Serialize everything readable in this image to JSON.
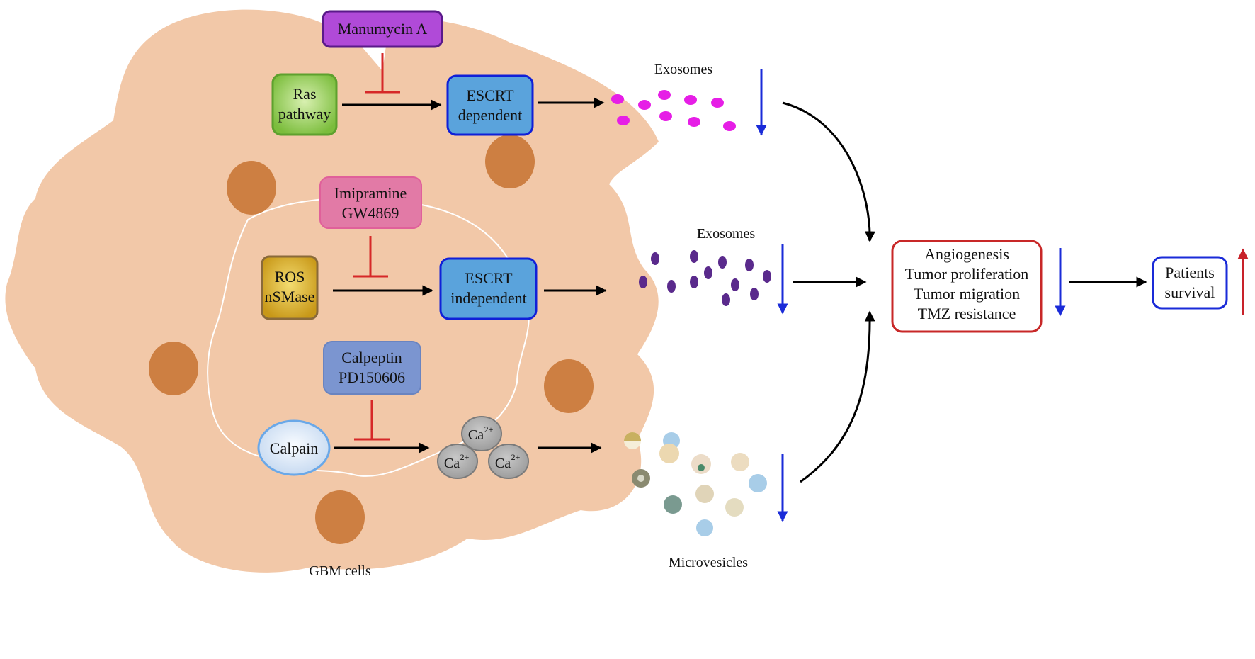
{
  "cell_label": "GBM cells",
  "inhibitors": {
    "manumycin": "Manumycin A",
    "imipramine_line1": "Imipramine",
    "imipramine_line2": "GW4869",
    "calpeptin_line1": "Calpeptin",
    "calpeptin_line2": "PD150606"
  },
  "nodes": {
    "ras_line1": "Ras",
    "ras_line2": "pathway",
    "escrt_dep_line1": "ESCRT",
    "escrt_dep_line2": "dependent",
    "ros_line1": "ROS",
    "ros_line2": "nSMase",
    "escrt_indep_line1": "ESCRT",
    "escrt_indep_line2": "independent",
    "calpain": "Calpain",
    "ca_base": "Ca",
    "ca_sup": "2+"
  },
  "outputs": {
    "exosomes_top": "Exosomes",
    "exosomes_mid": "Exosomes",
    "microvesicles": "Microvesicles"
  },
  "effects": {
    "line1": "Angiogenesis",
    "line2": "Tumor proliferation",
    "line3": "Tumor migration",
    "line4": "TMZ resistance"
  },
  "survival": {
    "line1": "Patients",
    "line2": "survival"
  },
  "colors": {
    "cell_fill": "#f2c8a8",
    "nucleus": "#cd7f42",
    "inhibit_red": "#d62828",
    "decrease_blue": "#1a2bd8",
    "increase_red": "#c8222a",
    "exosome_magenta": "#e61ee6",
    "exosome_purple": "#5a2a8c",
    "escrt_fill": "#5aa3dc",
    "escrt_border": "#1020d8",
    "ras_fill": "#8cc850",
    "ros_fill": "#d4a820",
    "manumycin_fill": "#b04ad8",
    "imipramine_fill": "#e27aa6",
    "calpeptin_fill": "#7b95d0",
    "calpain_fill": "#dde8f5",
    "ca_fill": "#a8a8a8",
    "effects_border": "#c82828",
    "survival_border": "#1a2bd8"
  }
}
